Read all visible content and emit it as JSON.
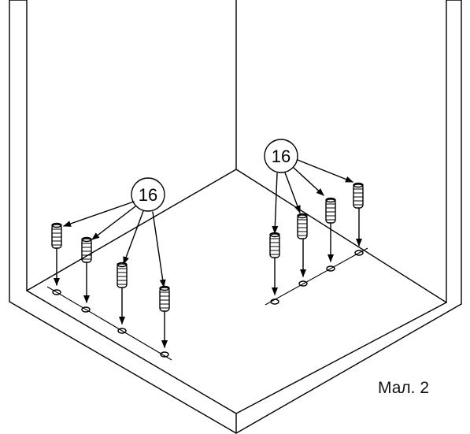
{
  "callouts": [
    {
      "id": "left",
      "label": "16"
    },
    {
      "id": "right",
      "label": "16"
    }
  ],
  "caption": "Мал. 2"
}
